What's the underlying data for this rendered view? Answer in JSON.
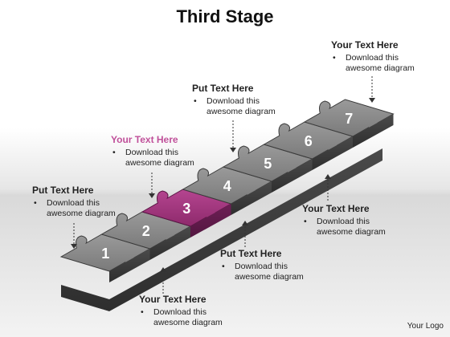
{
  "title": "Third Stage",
  "callouts": [
    {
      "heading": "Your Text Here",
      "line1": "Download this",
      "line2": "awesome diagram"
    },
    {
      "heading": "Put Text Here",
      "line1": "Download this",
      "line2": "awesome diagram"
    },
    {
      "heading": "Your Text Here",
      "line1": "Download this",
      "line2": "awesome diagram"
    },
    {
      "heading": "Put Text Here",
      "line1": "Download this",
      "line2": "awesome diagram"
    },
    {
      "heading": "Your Text Here",
      "line1": "Download this",
      "line2": "awesome diagram"
    },
    {
      "heading": "Put Text Here",
      "line1": "Download this",
      "line2": "awesome diagram"
    },
    {
      "heading": "Your Text Here",
      "line1": "Download this",
      "line2": "awesome diagram"
    }
  ],
  "pieces": [
    "1",
    "2",
    "3",
    "4",
    "5",
    "6",
    "7"
  ],
  "highlight_piece": "3",
  "colors": {
    "piece_gray": "#8a8a8a",
    "piece_highlight": "#a0307a",
    "highlight_heading": "#c0509a"
  },
  "footer": {
    "logo": "Your Logo"
  }
}
